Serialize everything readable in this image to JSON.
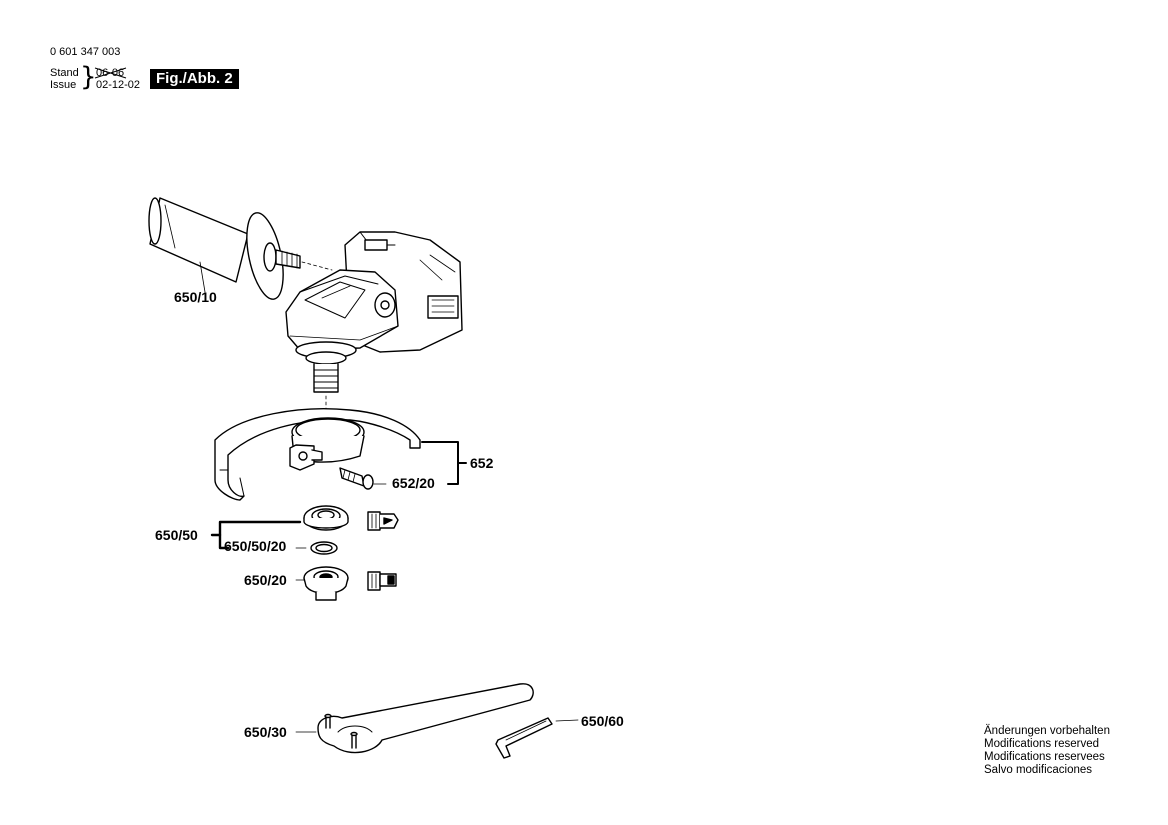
{
  "header": {
    "part_number": "0 601 347 003",
    "stand_label": "Stand",
    "issue_label": "Issue",
    "old_date": "06-06",
    "new_date": "02-12-02",
    "figure_label": "Fig./Abb. 2"
  },
  "labels": {
    "handle": "650/10",
    "guard": "652",
    "guard_screw": "652/20",
    "flange_set": "650/50",
    "o_ring": "650/50/20",
    "clamp_flange": "650/20",
    "spanner": "650/30",
    "hex_key": "650/60"
  },
  "footer": {
    "lines": [
      "Änderungen vorbehalten",
      "Modifications reserved",
      "Modifications reservees",
      "Salvo modificaciones"
    ]
  }
}
